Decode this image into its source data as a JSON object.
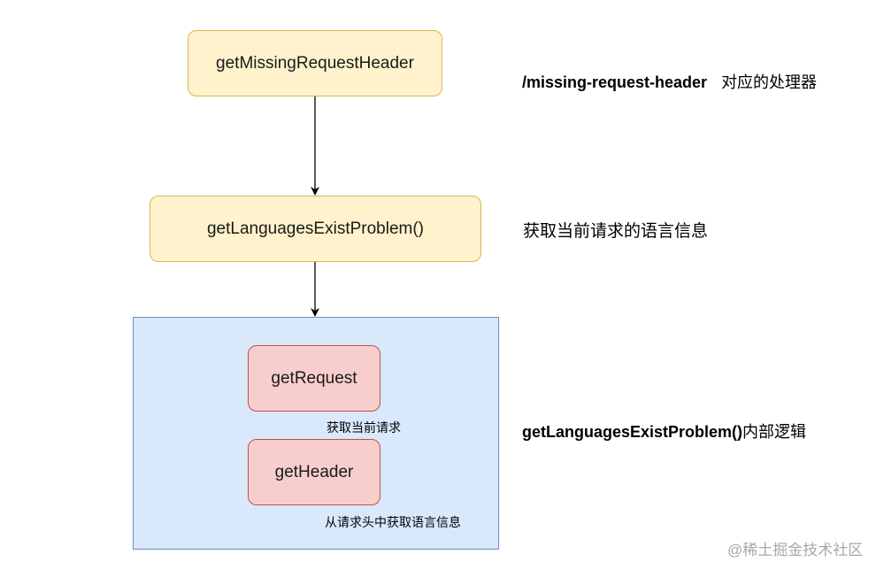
{
  "nodes": {
    "get_missing_request_header": "getMissingRequestHeader",
    "get_languages_exist_problem": "getLanguagesExistProblem()",
    "get_request": "getRequest",
    "get_header": "getHeader"
  },
  "notes": {
    "get_request_note": "获取当前请求",
    "get_header_note": "从请求头中获取语言信息"
  },
  "annotations": {
    "handler_path": "/missing-request-header",
    "handler_suffix": "对应的处理器",
    "languages_desc": "获取当前请求的语言信息",
    "inner_logic_method": "getLanguagesExistProblem()",
    "inner_logic_suffix": "内部逻辑"
  },
  "watermark": "@稀土掘金技术社区",
  "colors": {
    "yellow_fill": "#fff2cc",
    "yellow_border": "#d6b656",
    "red_fill": "#f8cecc",
    "red_border": "#b85450",
    "blue_fill": "#dae8fc",
    "blue_border": "#6c8ebf"
  }
}
